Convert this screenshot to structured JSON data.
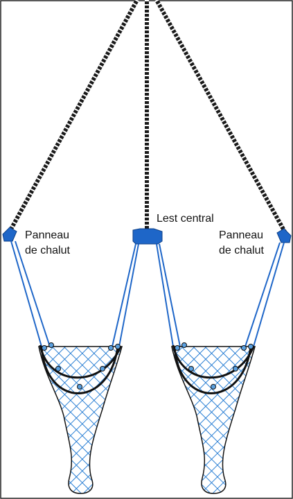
{
  "labels": {
    "left_door_line1": "Panneau",
    "left_door_line2": "de chalut",
    "central_weight": "Lest central",
    "right_door_line1": "Panneau",
    "right_door_line2": "de chalut"
  },
  "colors": {
    "warp_dark": "#1a1a1a",
    "warp_light": "#ffffff",
    "bridle_blue": "#1e66c8",
    "door_blue": "#1e66c8",
    "net_mesh": "#2a7fd4",
    "footrope": "#111111",
    "float": "#5aa0e0",
    "frame": "#222222"
  }
}
